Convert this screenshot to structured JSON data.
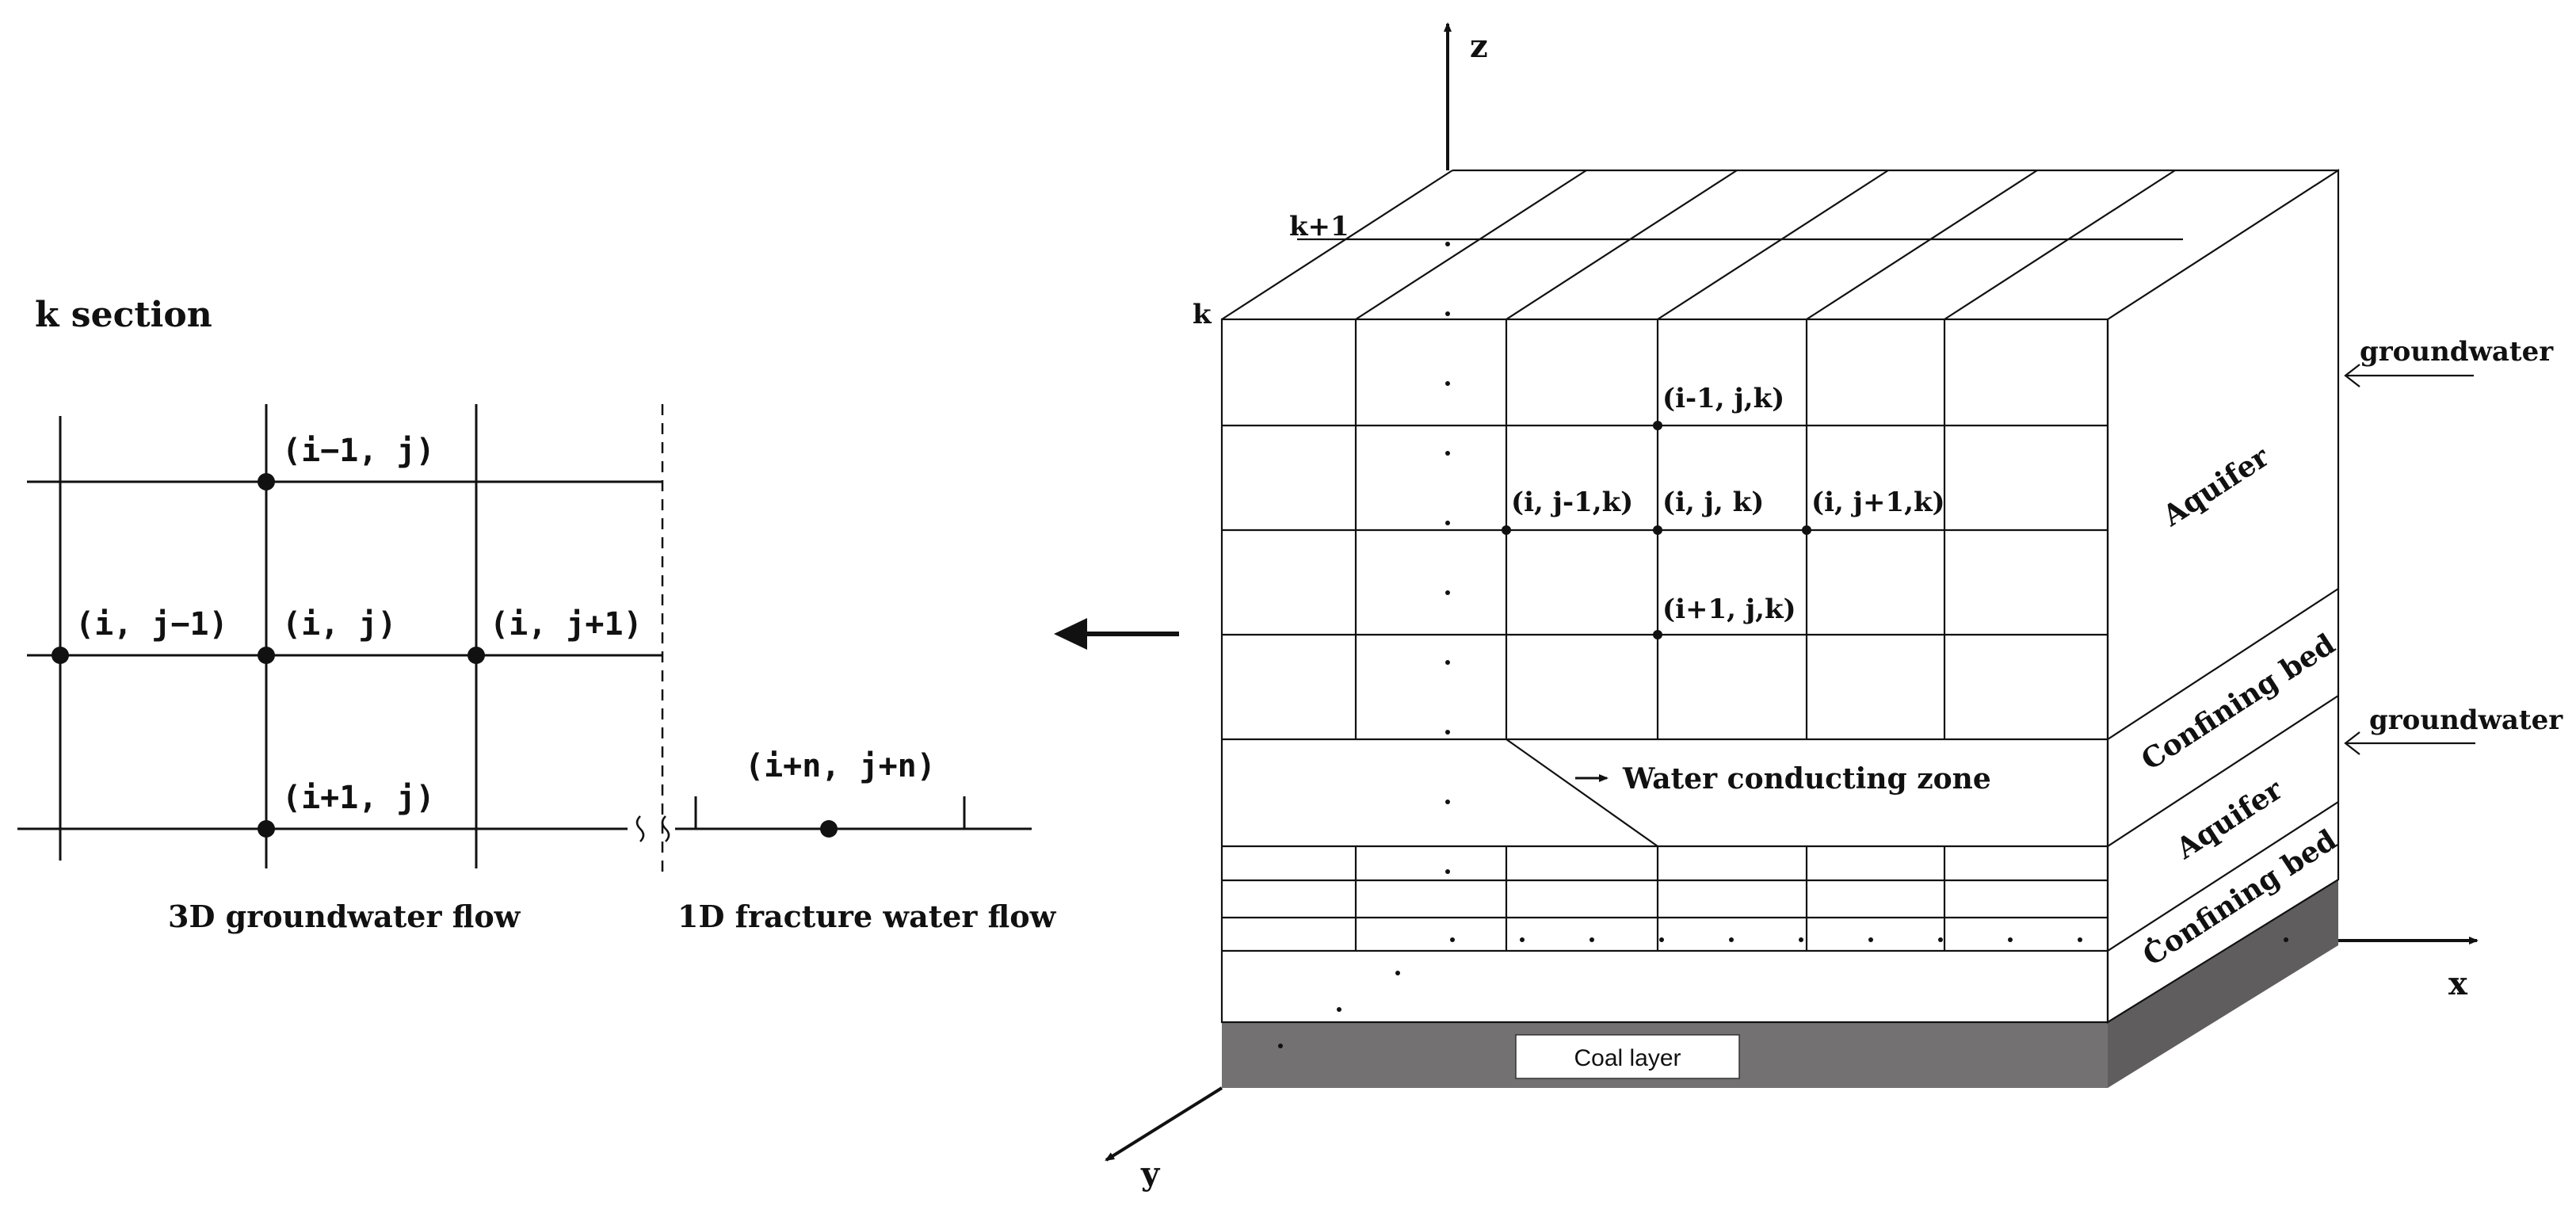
{
  "left_panel": {
    "title": "k section",
    "nodes": {
      "above": "(i−1, j)",
      "left": "(i, j−1)",
      "center": "(i, j)",
      "right": "(i, j+1)",
      "below": "(i+1, j)",
      "fracture": "(i+n, j+n)"
    },
    "caption_3d": "3D groundwater flow",
    "caption_1d": "1D fracture water  flow"
  },
  "block": {
    "axis_z": "z",
    "axis_x": "x",
    "axis_y": "y",
    "layer_k": "k",
    "layer_k1": "k+1",
    "cells": {
      "above": "(i-1, j,k)",
      "left": "(i, j-1,k)",
      "center": "(i, j, k)",
      "right": "(i, j+1,k)",
      "below": "(i+1, j,k)"
    },
    "water_zone": "Water conducting zone",
    "coal_layer": "Coal layer",
    "side_layers": {
      "aquifer_top": "Aquifer",
      "confining_1": "Confining bed",
      "aquifer_2": "Aquifer",
      "confining_2": "Confining bed"
    },
    "groundwater_1": "groundwater",
    "groundwater_2": "groundwater"
  },
  "colors": {
    "line": "#111111",
    "coal": "#737171",
    "coal_side": "#5f5d5d"
  }
}
